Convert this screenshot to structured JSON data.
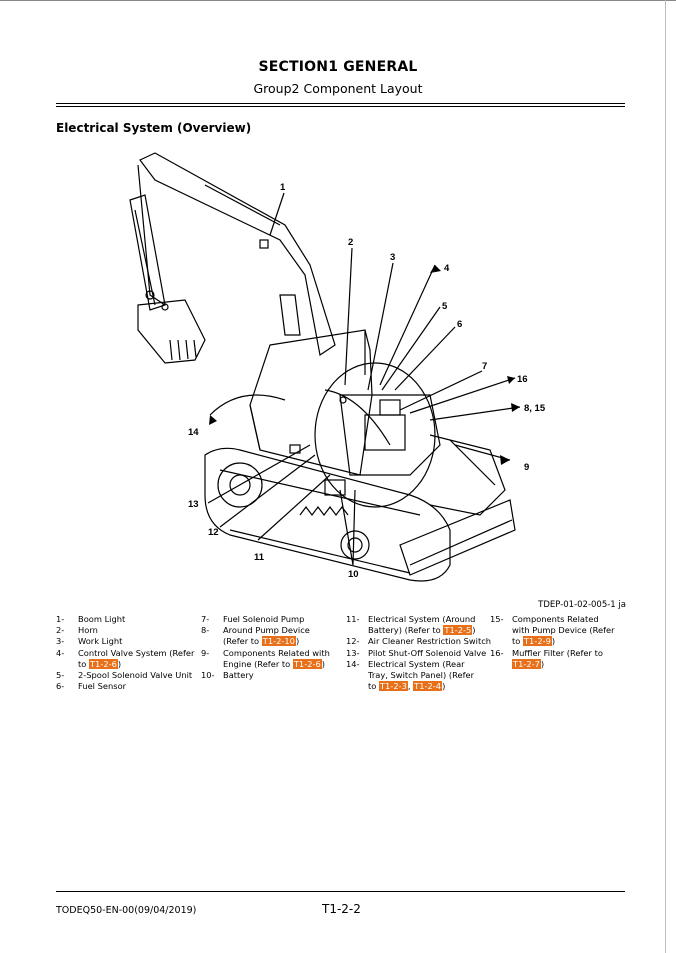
{
  "header": {
    "section_title": "SECTION1 GENERAL",
    "subtitle": "Group2 Component Layout"
  },
  "heading": "Electrical System (Overview)",
  "diagram": {
    "labels": [
      "1",
      "2",
      "3",
      "4",
      "5",
      "6",
      "7",
      "16",
      "8, 15",
      "9",
      "14",
      "13",
      "12",
      "11",
      "10"
    ]
  },
  "figure_id": "TDEP-01-02-005-1 ja",
  "legend": {
    "col1": [
      {
        "num": "1-",
        "text": "Boom Light"
      },
      {
        "num": "2-",
        "text": "Horn"
      },
      {
        "num": "3-",
        "text": "Work Light"
      },
      {
        "num": "4-",
        "text": "Control Valve System (Refer to",
        "ref": "T1-2-6",
        "tail": ")"
      },
      {
        "num": "5-",
        "text": "2-Spool Solenoid Valve Unit"
      },
      {
        "num": "6-",
        "text": "Fuel Sensor"
      }
    ],
    "col2": [
      {
        "num": "7-",
        "text": "Fuel Solenoid Pump"
      },
      {
        "num": "8-",
        "text": "Around Pump Device (Refer to",
        "ref": "T1-2-10",
        "tail": ")"
      },
      {
        "num": "9-",
        "text": "Components Related with Engine (Refer to",
        "ref": "T1-2-6",
        "tail": ")"
      },
      {
        "num": "10-",
        "text": "Battery"
      }
    ],
    "col3": [
      {
        "num": "11-",
        "text": "Electrical System (Around Battery) (Refer to",
        "ref": "T1-2-5",
        "tail": ")"
      },
      {
        "num": "12-",
        "text": "Air Cleaner Restriction Switch"
      },
      {
        "num": "13-",
        "text": "Pilot Shut-Off Solenoid Valve"
      },
      {
        "num": "14-",
        "text": "Electrical System (Rear Tray, Switch Panel) (Refer to",
        "ref": "T1-2-3",
        "mid": ", ",
        "ref2": "T1-2-4",
        "tail": ")"
      }
    ],
    "col4": [
      {
        "num": "15-",
        "text": "Components Related with Pump Device (Refer to",
        "ref": "T1-2-9",
        "tail": ")"
      },
      {
        "num": "16-",
        "text": "Muffler Filter (Refer to",
        "ref": "T1-2-7",
        "tail": ")"
      }
    ]
  },
  "footer": {
    "doc_code": "TODEQ50-EN-00(09/04/2019)",
    "page": "T1-2-2"
  }
}
